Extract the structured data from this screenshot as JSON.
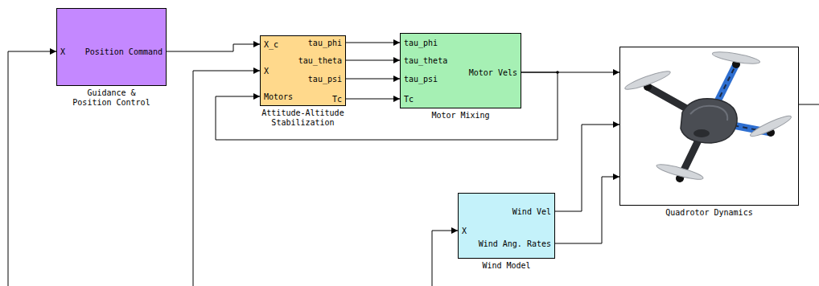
{
  "diagram": {
    "nodes": [
      {
        "text": [
          "X",
          "Position Command",
          "Guidance & Position Control"
        ]
      },
      {
        "text": [
          "X_c",
          "X",
          "Motors",
          "tau_phi",
          "tau_theta",
          "tau_psi",
          "Tc",
          "Attitude-Altitude Stabilization"
        ]
      },
      {
        "text": [
          "tau_phi",
          "tau_theta",
          "tau_psi",
          "Tc",
          "Motor Vels",
          "Motor Mixing"
        ]
      },
      {
        "text": [
          "X",
          "Wind Vel",
          "Wind Ang. Rates",
          "Wind Model"
        ]
      },
      {
        "text": [
          "Quadrotor Dynamics"
        ]
      }
    ],
    "edges": [
      {
        "from": 0,
        "to": 1,
        "arrow": "to"
      },
      {
        "from": 1,
        "to": 2,
        "arrow": "to"
      },
      {
        "from": 1,
        "to": 2,
        "arrow": "to"
      },
      {
        "from": 1,
        "to": 2,
        "arrow": "to"
      },
      {
        "from": 1,
        "to": 2,
        "arrow": "to"
      },
      {
        "from": 2,
        "to": 4,
        "arrow": "to"
      },
      {
        "from": 2,
        "to": 1,
        "arrow": "to"
      },
      {
        "from": 3,
        "to": 4,
        "arrow": "to"
      },
      {
        "from": 3,
        "to": 4,
        "arrow": "to"
      }
    ]
  }
}
